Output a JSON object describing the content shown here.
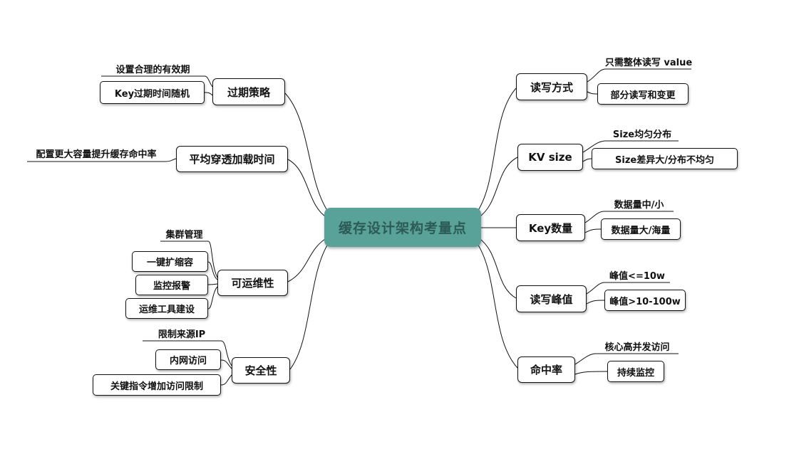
{
  "center": {
    "label": "缓存设计架构考量点"
  },
  "colors": {
    "center_bg": "#58a29a",
    "center_text": "#2d5a55",
    "node_bg": "#ffffff",
    "node_border": "#111111",
    "line": "#111111",
    "background": "#ffffff"
  },
  "right_branches": [
    {
      "label": "读写方式",
      "children": [
        {
          "label": "只需整体读写 value",
          "style": "line"
        },
        {
          "label": "部分读写和变更",
          "style": "box"
        }
      ]
    },
    {
      "label": "KV size",
      "children": [
        {
          "label": "Size均匀分布",
          "style": "line"
        },
        {
          "label": "Size差异大/分布不均匀",
          "style": "box"
        }
      ]
    },
    {
      "label": "Key数量",
      "children": [
        {
          "label": "数据量中/小",
          "style": "line"
        },
        {
          "label": "数据量大/海量",
          "style": "box"
        }
      ]
    },
    {
      "label": "读写峰值",
      "children": [
        {
          "label": "峰值<=10w",
          "style": "line"
        },
        {
          "label": "峰值>10-100w",
          "style": "box"
        }
      ]
    },
    {
      "label": "命中率",
      "children": [
        {
          "label": "核心高并发访问",
          "style": "line"
        },
        {
          "label": "持续监控",
          "style": "box"
        }
      ]
    }
  ],
  "left_branches": [
    {
      "label": "过期策略",
      "children": [
        {
          "label": "设置合理的有效期",
          "style": "line"
        },
        {
          "label": "Key过期时间随机",
          "style": "box"
        }
      ]
    },
    {
      "label": "平均穿透加载时间",
      "children": [
        {
          "label": "配置更大容量提升缓存命中率",
          "style": "line"
        }
      ]
    },
    {
      "label": "可运维性",
      "children": [
        {
          "label": "集群管理",
          "style": "line"
        },
        {
          "label": "一键扩缩容",
          "style": "box"
        },
        {
          "label": "监控报警",
          "style": "box"
        },
        {
          "label": "运维工具建设",
          "style": "box"
        }
      ]
    },
    {
      "label": "安全性",
      "children": [
        {
          "label": "限制来源IP",
          "style": "line"
        },
        {
          "label": "内网访问",
          "style": "box"
        },
        {
          "label": "关键指令增加访问限制",
          "style": "box"
        }
      ]
    }
  ]
}
